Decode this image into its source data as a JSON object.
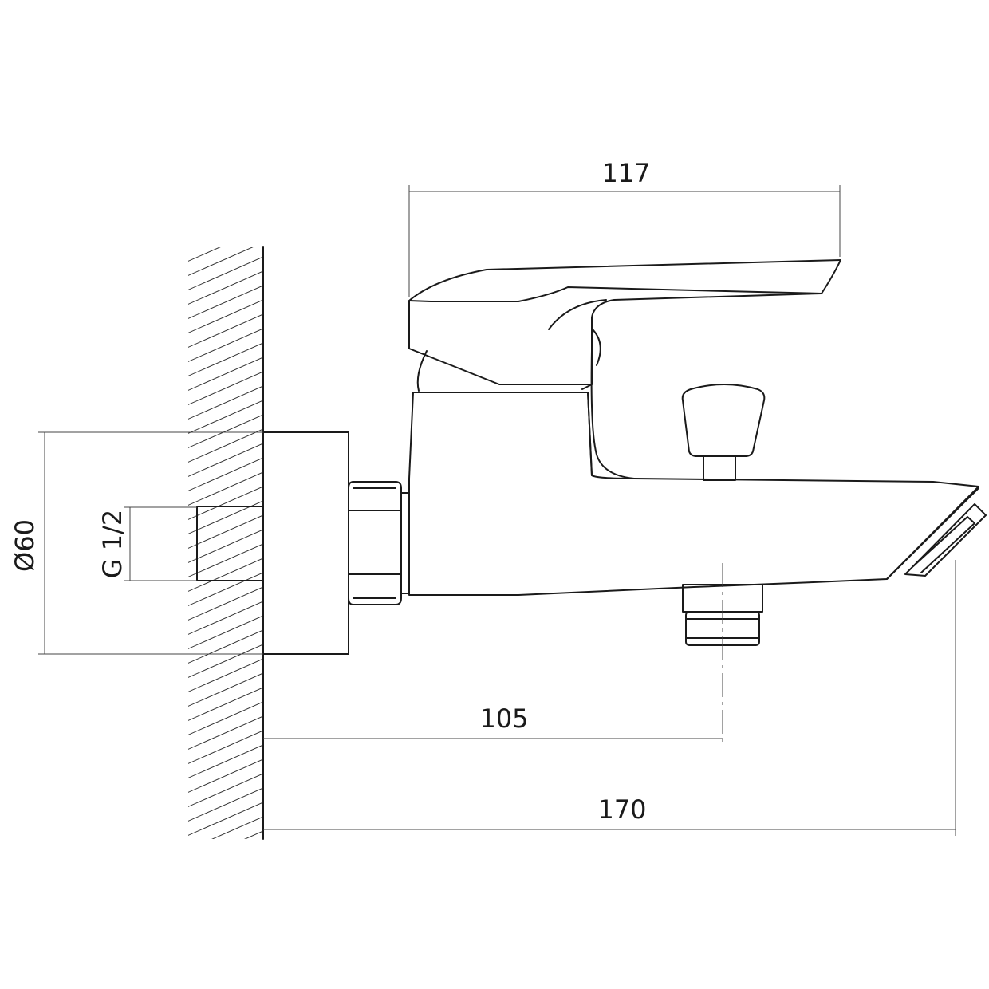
{
  "dimensions": {
    "lever_length": "117",
    "outlet_offset": "105",
    "total_projection": "170",
    "flange_diameter": "Ø60",
    "inlet_thread": "G 1/2"
  },
  "colors": {
    "line": "#1a1a1a",
    "background": "#ffffff"
  }
}
